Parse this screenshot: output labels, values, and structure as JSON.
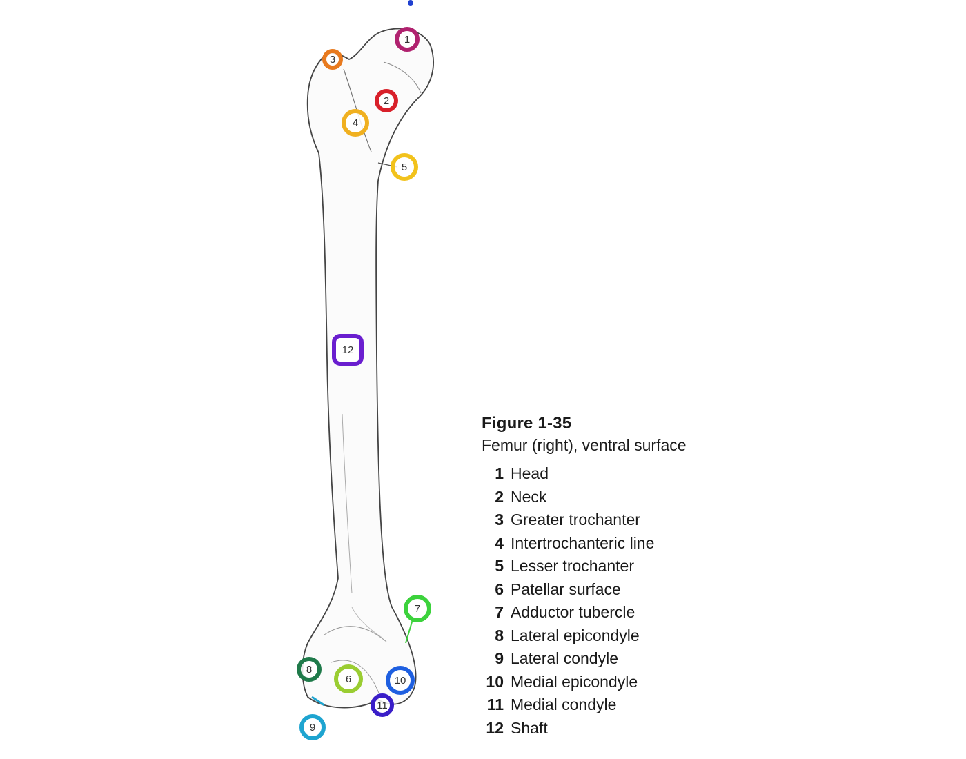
{
  "figure": {
    "title": "Figure 1-35",
    "subtitle": "Femur (right), ventral surface"
  },
  "legend": [
    {
      "number": "1",
      "label": "Head"
    },
    {
      "number": "2",
      "label": "Neck"
    },
    {
      "number": "3",
      "label": "Greater trochanter"
    },
    {
      "number": "4",
      "label": "Intertrochanteric line"
    },
    {
      "number": "5",
      "label": "Lesser trochanter"
    },
    {
      "number": "6",
      "label": "Patellar surface"
    },
    {
      "number": "7",
      "label": "Adductor tubercle"
    },
    {
      "number": "8",
      "label": "Lateral epicondyle"
    },
    {
      "number": "9",
      "label": "Lateral condyle"
    },
    {
      "number": "10",
      "label": "Medial epicondyle"
    },
    {
      "number": "11",
      "label": "Medial condyle"
    },
    {
      "number": "12",
      "label": "Shaft"
    }
  ],
  "markers": [
    {
      "number": "1",
      "color": "#b0226f"
    },
    {
      "number": "2",
      "color": "#d8202a"
    },
    {
      "number": "3",
      "color": "#e87a1e"
    },
    {
      "number": "4",
      "color": "#f0b020"
    },
    {
      "number": "5",
      "color": "#f2c21c"
    },
    {
      "number": "6",
      "color": "#9acd32"
    },
    {
      "number": "7",
      "color": "#3cd23c"
    },
    {
      "number": "8",
      "color": "#1f7a4a"
    },
    {
      "number": "9",
      "color": "#1ea4d0"
    },
    {
      "number": "10",
      "color": "#1e5fe0"
    },
    {
      "number": "11",
      "color": "#3a1ec8"
    },
    {
      "number": "12",
      "color": "#6a1ecf"
    }
  ]
}
